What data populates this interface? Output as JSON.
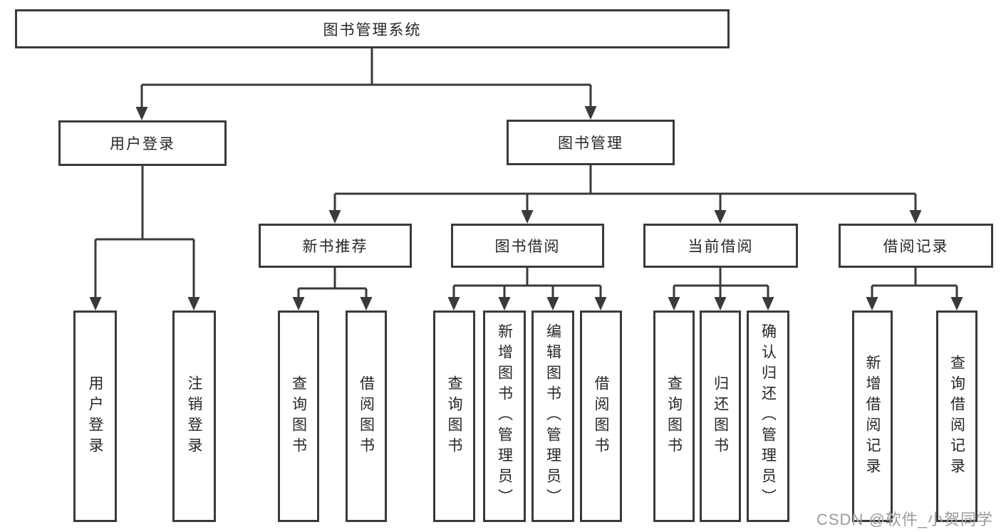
{
  "colors": {
    "line": "#3a3a3a",
    "text": "#262626",
    "watermark": "#9a9a9a",
    "background": "#ffffff"
  },
  "watermark": {
    "text": "CSDN @软件_小贺同学"
  },
  "tree": {
    "label": "图书管理系统",
    "children": [
      {
        "label": "用户登录",
        "children": [
          {
            "label": "用户登录"
          },
          {
            "label": "注销登录"
          }
        ]
      },
      {
        "label": "图书管理",
        "children": [
          {
            "label": "新书推荐",
            "children": [
              {
                "label": "查询图书"
              },
              {
                "label": "借阅图书"
              }
            ]
          },
          {
            "label": "图书借阅",
            "children": [
              {
                "label": "查询图书"
              },
              {
                "label": "新增图书（管理员）"
              },
              {
                "label": "编辑图书（管理员）"
              },
              {
                "label": "借阅图书"
              }
            ]
          },
          {
            "label": "当前借阅",
            "children": [
              {
                "label": "查询图书"
              },
              {
                "label": "归还图书"
              },
              {
                "label": "确认归还（管理员）"
              }
            ]
          },
          {
            "label": "借阅记录",
            "children": [
              {
                "label": "新增借阅记录"
              },
              {
                "label": "查询借阅记录"
              }
            ]
          }
        ]
      }
    ]
  }
}
